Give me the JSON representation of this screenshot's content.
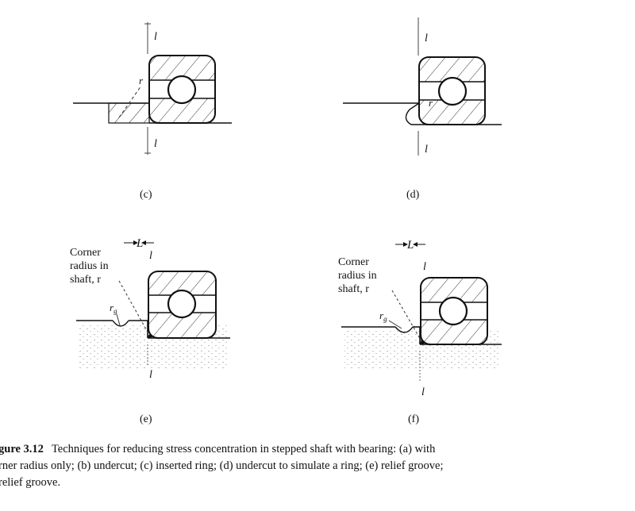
{
  "panels": {
    "c": {
      "tag": "(c)",
      "line_label_top": "l",
      "line_label_bottom": "l",
      "radius_label": "r"
    },
    "d": {
      "tag": "(d)",
      "line_label_top": "l",
      "line_label_bottom": "l",
      "radius_label": "r"
    },
    "e": {
      "tag": "(e)",
      "dim_label": "L",
      "line_label_top": "l",
      "line_label_bottom": "l",
      "corner_note": [
        "Corner",
        "radius in",
        "shaft, r"
      ],
      "groove_label": "r",
      "groove_sub": "g"
    },
    "f": {
      "tag": "(f)",
      "dim_label": "L",
      "line_label_top": "l",
      "line_label_bottom": "l",
      "corner_note": [
        "Corner",
        "radius in",
        "shaft, r"
      ],
      "groove_label": "r",
      "groove_sub": "g"
    }
  },
  "caption": {
    "figure_label": "gure 3.12",
    "line1": "Techniques for reducing stress concentration in stepped shaft with bearing: (a) with",
    "line2": "rner radius only; (b) undercut; (c) inserted ring; (d) undercut to simulate a ring; (e) relief groove;",
    "line3": "relief groove."
  }
}
